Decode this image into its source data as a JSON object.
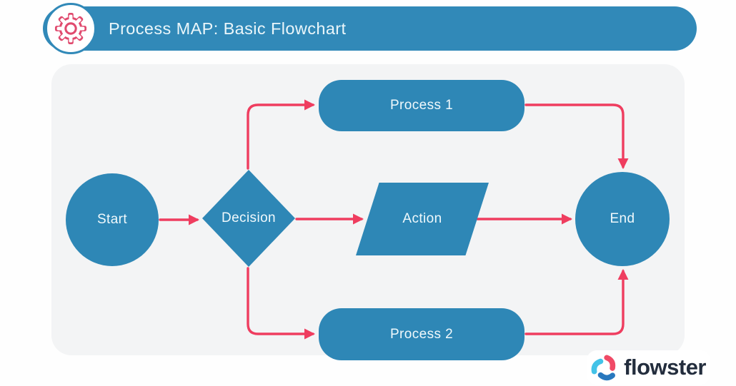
{
  "header": {
    "title": "Process MAP: Basic Flowchart",
    "icon": "gear-icon"
  },
  "colors": {
    "primary_blue": "#3189B8",
    "node_blue": "#2E87B6",
    "arrow_pink": "#EF3D5F",
    "panel_gray": "#F3F4F5",
    "gear_pink": "#E04A6E",
    "logo_text_dark": "#232D3D",
    "logo_pink": "#F04A66",
    "logo_blue": "#2878BE",
    "logo_cyan": "#43C3E8"
  },
  "flowchart": {
    "nodes": [
      {
        "id": "start",
        "label": "Start",
        "shape": "circle"
      },
      {
        "id": "decision",
        "label": "Decision",
        "shape": "diamond"
      },
      {
        "id": "process1",
        "label": "Process 1",
        "shape": "rounded-rectangle"
      },
      {
        "id": "action",
        "label": "Action",
        "shape": "parallelogram"
      },
      {
        "id": "process2",
        "label": "Process 2",
        "shape": "rounded-rectangle"
      },
      {
        "id": "end",
        "label": "End",
        "shape": "circle"
      }
    ],
    "edges": [
      {
        "from": "start",
        "to": "decision"
      },
      {
        "from": "decision",
        "to": "process1"
      },
      {
        "from": "decision",
        "to": "action"
      },
      {
        "from": "decision",
        "to": "process2"
      },
      {
        "from": "process1",
        "to": "end"
      },
      {
        "from": "action",
        "to": "end"
      },
      {
        "from": "process2",
        "to": "end"
      }
    ]
  },
  "footer": {
    "brand": "flowster"
  }
}
